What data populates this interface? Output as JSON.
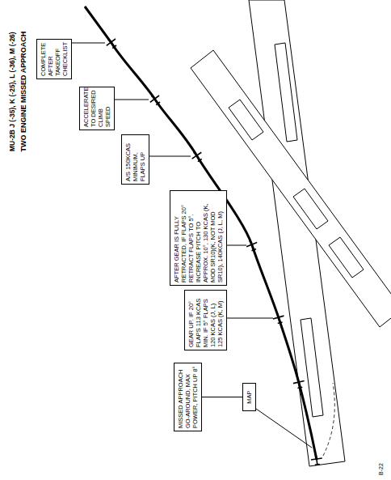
{
  "diagram": {
    "title": "TWO ENGINE MISSED APPROACH",
    "nodes": [
      {
        "text": [
          "MISSED APPROACH GO-AROUND, MAX POWER, PITCH UP 8°"
        ]
      },
      {
        "text": [
          "MAP"
        ]
      },
      {
        "text": [
          "GEAR UP. IF 20° FLAPS 113 KCAS MIN. IF 5° FLAPS 120 KCAS (J, L) 125 KCAS (K, M)"
        ]
      },
      {
        "text": [
          "AFTER GEAR IS FULLY RETRACTED, IF FLAPS 20° RETRACT FLAPS TO 5°. INCREASE PITCH TO APPROX. 10°, 130 KCAS (K, MOD SR10)(K, NOT MOD SR10), 140KCAS (J, L, M)"
        ]
      },
      {
        "text": [
          "A/S 150KCAS MINIMUM, FLAPS UP"
        ]
      },
      {
        "text": [
          "ACCELERATE TO DESIRED CLIMB SPEED"
        ]
      },
      {
        "text": [
          "COMPLETE AFTER TAKEOFF CHECKLIST"
        ]
      }
    ],
    "edges": [
      {
        "from": 0,
        "to": 1,
        "arrow": "none"
      }
    ],
    "labels": [
      "MU-2B J (-35), K (-25), L (-36), M (-26)",
      "B-22"
    ]
  }
}
